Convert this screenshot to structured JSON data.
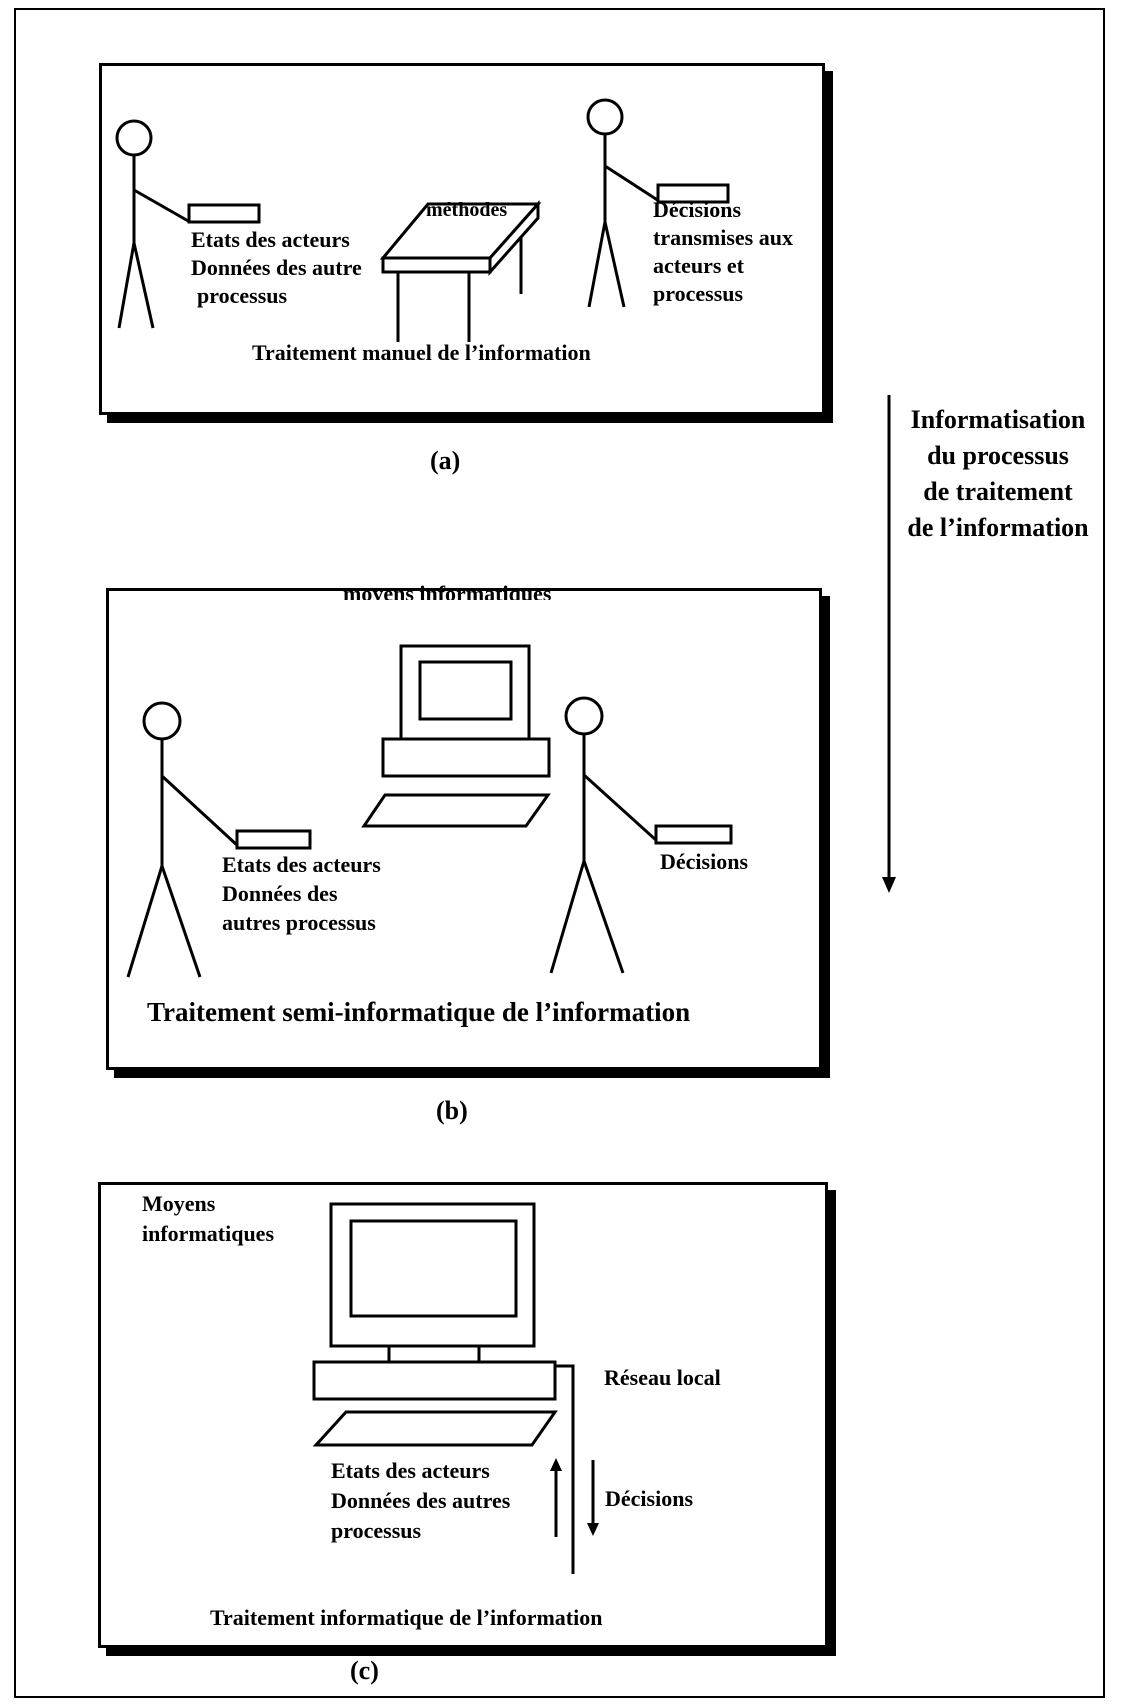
{
  "panel_a": {
    "left_inputs": [
      "Etats des acteurs",
      "Données des autre",
      "processus"
    ],
    "table_label": "méthodes",
    "right_outputs": [
      "Décisions",
      "transmises aux",
      "acteurs et",
      "processus"
    ],
    "footer": "Traitement manuel de l’information",
    "caption": "(a)"
  },
  "panel_b": {
    "top_label": "moyens informatiques",
    "left_inputs": [
      "Etats des acteurs",
      "Données des",
      "autres processus"
    ],
    "right_output": "Décisions",
    "footer": "Traitement semi-informatique de l’information",
    "caption": "(b)"
  },
  "panel_c": {
    "top_label": [
      "Moyens",
      "informatiques"
    ],
    "network_label": "Réseau local",
    "inputs": [
      "Etats des acteurs",
      "Données des autres",
      "processus"
    ],
    "output": "Décisions",
    "footer": "Traitement informatique de l’information",
    "caption": "(c)"
  },
  "side_label": [
    "Informatisation",
    "du processus",
    "de traitement",
    "de l’information"
  ]
}
